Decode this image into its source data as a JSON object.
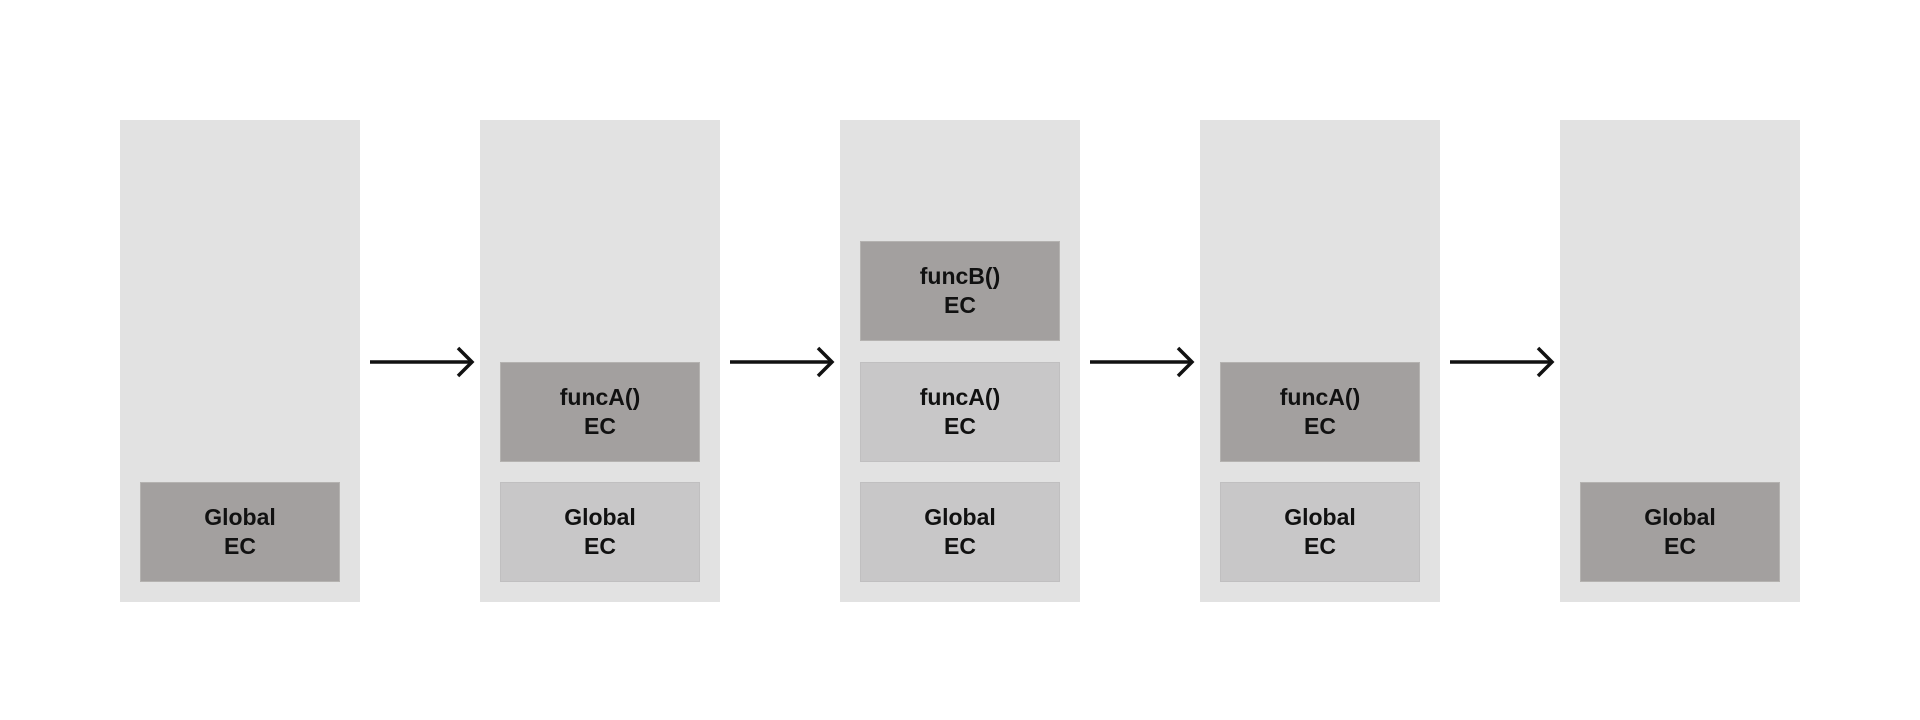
{
  "diagram": {
    "stages": [
      {
        "frames": [
          {
            "name": "Global",
            "suffix": "EC",
            "active": true
          }
        ]
      },
      {
        "frames": [
          {
            "name": "Global",
            "suffix": "EC",
            "active": false
          },
          {
            "name": "funcA()",
            "suffix": "EC",
            "active": true
          }
        ]
      },
      {
        "frames": [
          {
            "name": "Global",
            "suffix": "EC",
            "active": false
          },
          {
            "name": "funcA()",
            "suffix": "EC",
            "active": false
          },
          {
            "name": "funcB()",
            "suffix": "EC",
            "active": true
          }
        ]
      },
      {
        "frames": [
          {
            "name": "Global",
            "suffix": "EC",
            "active": false
          },
          {
            "name": "funcA()",
            "suffix": "EC",
            "active": true
          }
        ]
      },
      {
        "frames": [
          {
            "name": "Global",
            "suffix": "EC",
            "active": true
          }
        ]
      }
    ],
    "colors": {
      "stage_background": "#e2e2e2",
      "active_frame": "#a3a09f",
      "inactive_frame": "#c8c7c8",
      "arrow": "#111111"
    }
  }
}
